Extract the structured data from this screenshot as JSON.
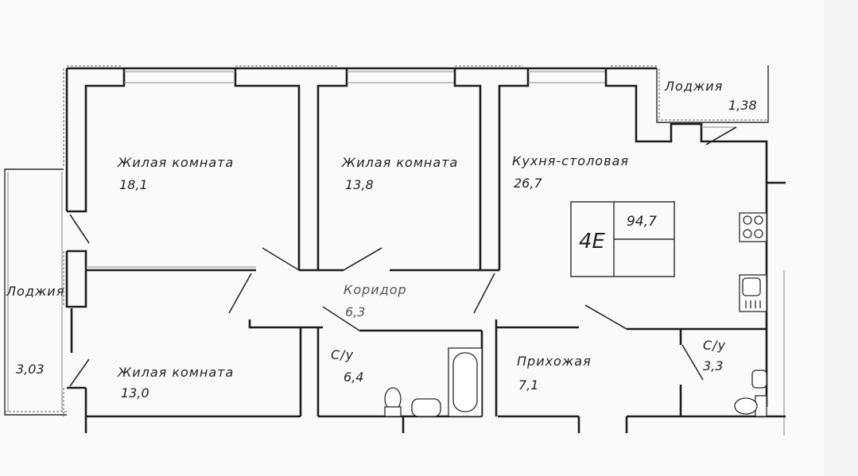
{
  "plan": {
    "type": "apartment-floor-plan",
    "unit_code": "4E",
    "total_area": "94,7",
    "rooms": [
      {
        "id": "living-1",
        "name": "Жилая комната",
        "area": "18,1"
      },
      {
        "id": "living-2",
        "name": "Жилая комната",
        "area": "13,8"
      },
      {
        "id": "kitchen",
        "name": "Кухня-столовая",
        "area": "26,7"
      },
      {
        "id": "living-3",
        "name": "Жилая комната",
        "area": "13,0"
      },
      {
        "id": "corridor",
        "name": "Коридор",
        "area": "6,3"
      },
      {
        "id": "bath-1",
        "name": "С/у",
        "area": "6,4"
      },
      {
        "id": "hall",
        "name": "Прихожая",
        "area": "7,1"
      },
      {
        "id": "bath-2",
        "name": "С/у",
        "area": "3,3"
      },
      {
        "id": "loggia-1",
        "name": "Лоджия",
        "area": "3,03"
      },
      {
        "id": "loggia-2",
        "name": "Лоджия",
        "area": "1,38"
      }
    ],
    "fixtures": [
      "stove-icon",
      "kitchen-sink-icon",
      "bathtub-icon",
      "washbasin-icon",
      "toilet-icon"
    ],
    "colors": {
      "background": "#fafafa",
      "wall": "#1c1c1c",
      "text": "#222222"
    }
  }
}
